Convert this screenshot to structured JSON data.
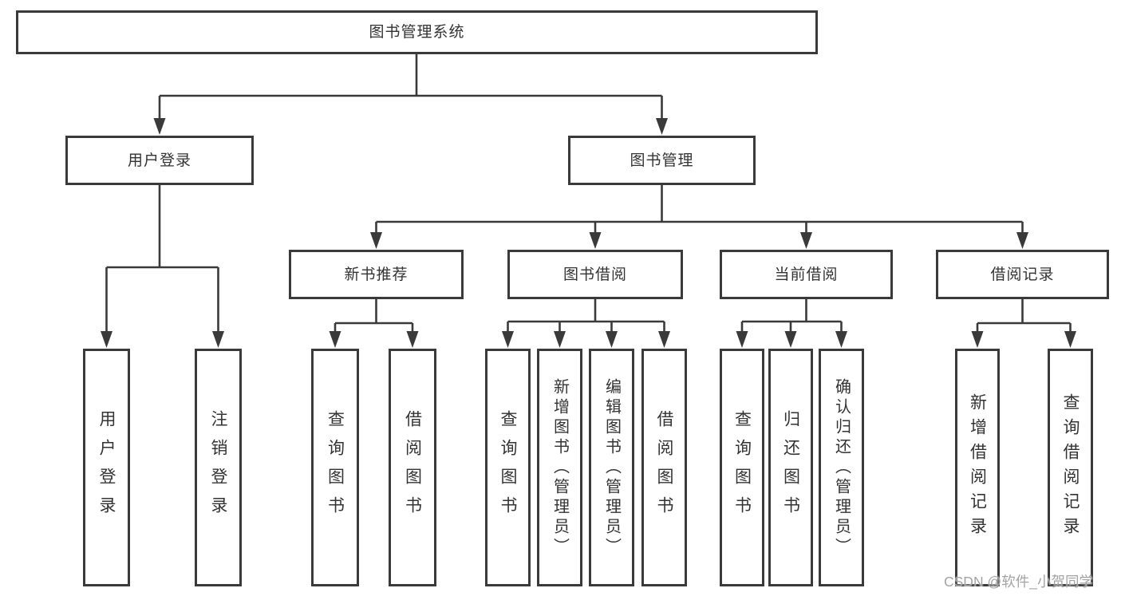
{
  "theme": {
    "line_color": "#3a3a3a",
    "box_border_color": "#3a3a3a",
    "text_color": "#333333",
    "background": "#ffffff",
    "watermark_color": "#a3a3a3"
  },
  "watermark": {
    "text": "CSDN @软件_小贺同学"
  },
  "tree": {
    "root": {
      "label": "图书管理系统",
      "children": [
        {
          "label": "用户登录",
          "children": [
            {
              "label": "用户登录"
            },
            {
              "label": "注销登录"
            }
          ]
        },
        {
          "label": "图书管理",
          "children": [
            {
              "label": "新书推荐",
              "children": [
                {
                  "label": "查询图书"
                },
                {
                  "label": "借阅图书"
                }
              ]
            },
            {
              "label": "图书借阅",
              "children": [
                {
                  "label": "查询图书"
                },
                {
                  "label": "新增图书（管理员）"
                },
                {
                  "label": "编辑图书（管理员）"
                },
                {
                  "label": "借阅图书"
                }
              ]
            },
            {
              "label": "当前借阅",
              "children": [
                {
                  "label": "查询图书"
                },
                {
                  "label": "归还图书"
                },
                {
                  "label": "确认归还（管理员）"
                }
              ]
            },
            {
              "label": "借阅记录",
              "children": [
                {
                  "label": "新增借阅记录"
                },
                {
                  "label": "查询借阅记录"
                }
              ]
            }
          ]
        }
      ]
    }
  }
}
